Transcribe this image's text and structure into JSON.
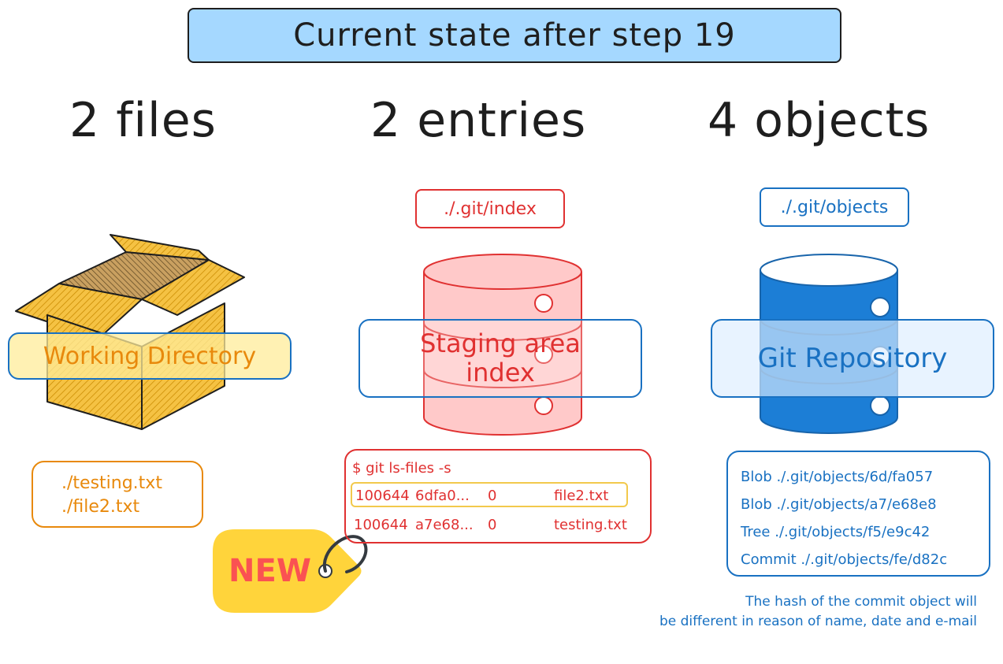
{
  "title": "Current state after step 19",
  "headings": {
    "files": "2 files",
    "entries": "2 entries",
    "objects": "4 objects"
  },
  "working_directory": {
    "label": "Working Directory",
    "files": [
      "./testing.txt",
      "./file2.txt"
    ]
  },
  "staging": {
    "path": "./.git/index",
    "label_line1": "Staging area",
    "label_line2": "index",
    "command": "$ git ls-files -s",
    "entries": [
      {
        "mode": "100644",
        "hash": "6dfa0...",
        "stage": "0",
        "name": "file2.txt"
      },
      {
        "mode": "100644",
        "hash": "a7e68...",
        "stage": "0",
        "name": "testing.txt"
      }
    ]
  },
  "repository": {
    "path": "./.git/objects",
    "label": "Git Repository",
    "objects": [
      "Blob ./.git/objects/6d/fa057",
      "Blob ./.git/objects/a7/e68e8",
      "Tree ./.git/objects/f5/e9c42",
      "Commit ./.git/objects/fe/d82c"
    ],
    "note_line1": "The hash of the commit object will",
    "note_line2": "be different in reason of name, date and e-mail"
  },
  "badge": "NEW",
  "colors": {
    "title_bg": "#a5d8ff",
    "orange": "#e8890c",
    "red": "#e03131",
    "blue": "#1971c2",
    "box_yellow": "#f5c243",
    "cyl_red": "#ffc9c9",
    "cyl_blue": "#1c7ed6",
    "badge_yellow": "#ffd43b",
    "badge_text": "#fa5252"
  }
}
